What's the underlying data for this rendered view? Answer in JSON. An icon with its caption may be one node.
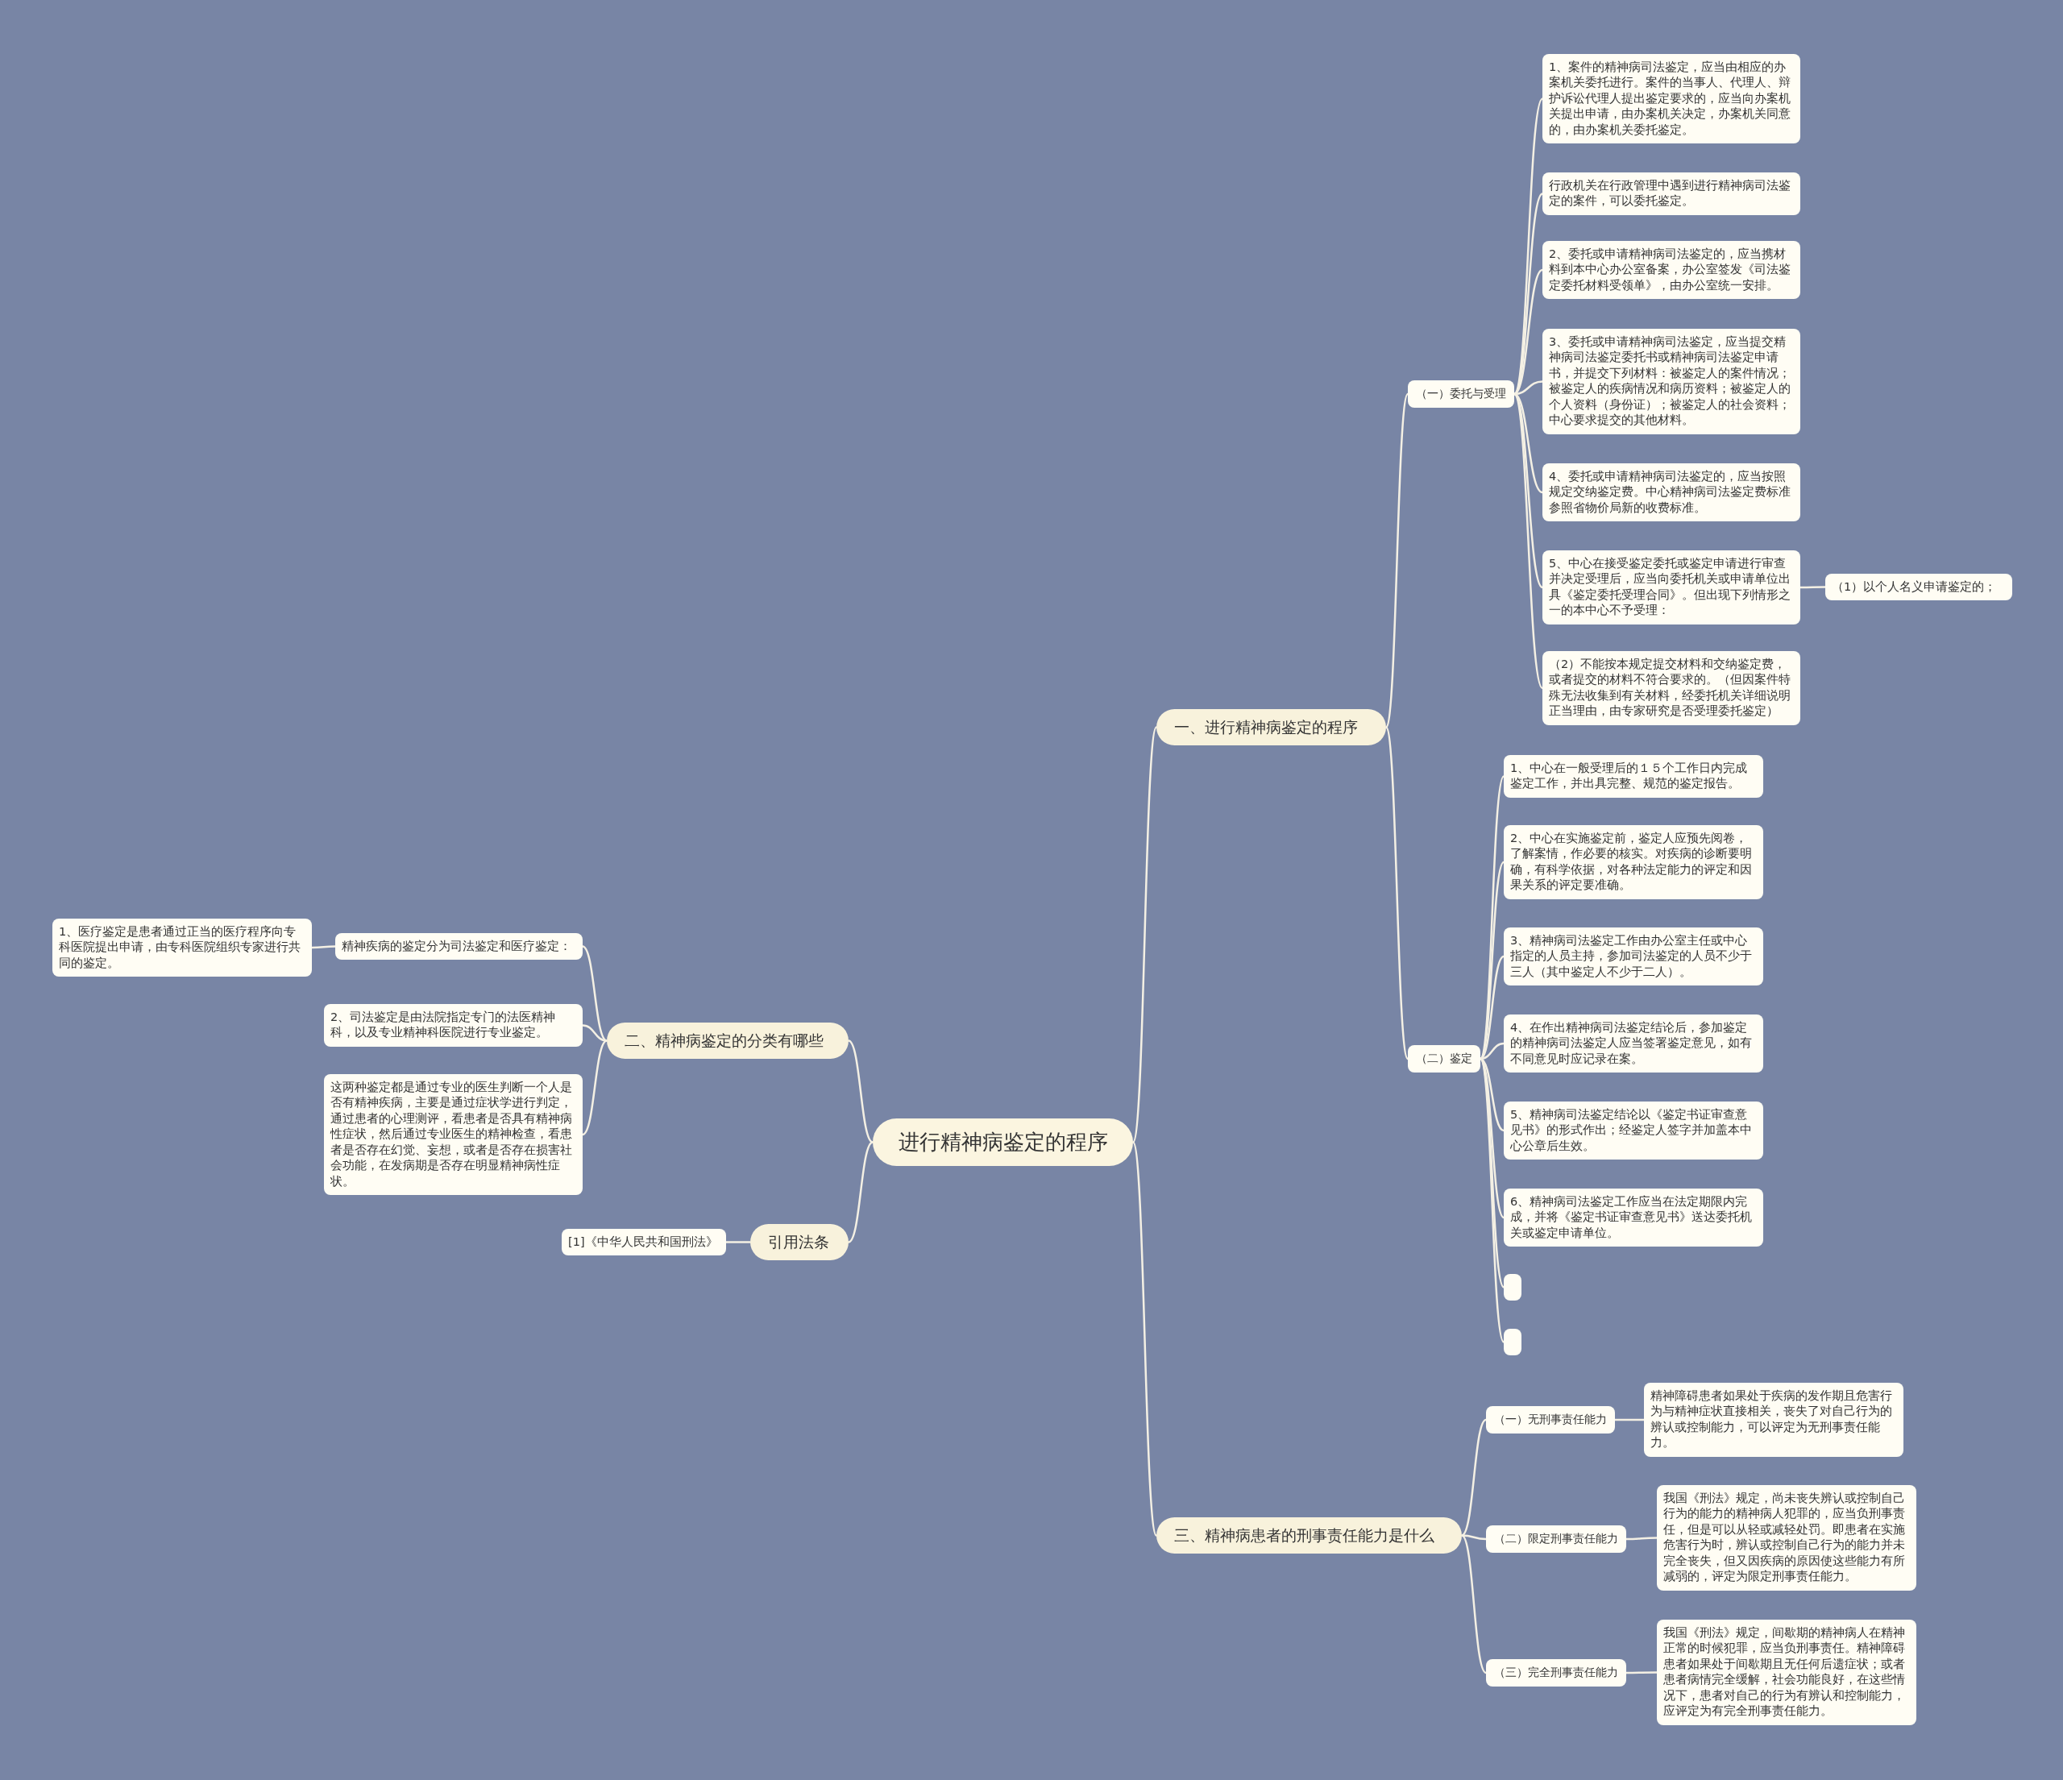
{
  "diagram": {
    "nodes": [
      {
        "text": [
          "进行精神病鉴定的程序"
        ]
      },
      {
        "text": [
          "一、进行精神病鉴定的程序"
        ]
      },
      {
        "text": [
          "（一）委托与受理"
        ]
      },
      {
        "text": [
          "1、案件的精神病司法鉴定，应当由相应的办案机关委托进行。案件的当事人、代理人、辩护诉讼代理人提出鉴定要求的，应当向办案机关提出申请，由办案机关决定，办案机关同意的，由办案机关委托鉴定。"
        ]
      },
      {
        "text": [
          "行政机关在行政管理中遇到进行精神病司法鉴定的案件，可以委托鉴定。"
        ]
      },
      {
        "text": [
          "2、委托或申请精神病司法鉴定的，应当携材料到本中心办公室备案，办公室签发《司法鉴定委托材料受领单》，由办公室统一安排。"
        ]
      },
      {
        "text": [
          "3、委托或申请精神病司法鉴定，应当提交精神病司法鉴定委托书或精神病司法鉴定申请书，并提交下列材料：被鉴定人的案件情况；被鉴定人的疾病情况和病历资料；被鉴定人的个人资料（身份证）；被鉴定人的社会资料；中心要求提交的其他材料。"
        ]
      },
      {
        "text": [
          "4、委托或申请精神病司法鉴定的，应当按照规定交纳鉴定费。中心精神病司法鉴定费标准参照省物价局新的收费标准。"
        ]
      },
      {
        "text": [
          "5、中心在接受鉴定委托或鉴定申请进行审查并决定受理后，应当向委托机关或申请单位出具《鉴定委托受理合同》。但出现下列情形之一的本中心不予受理："
        ]
      },
      {
        "text": [
          "（1）以个人名义申请鉴定的；"
        ]
      },
      {
        "text": [
          "（2）不能按本规定提交材料和交纳鉴定费，或者提交的材料不符合要求的。（但因案件特殊无法收集到有关材料，经委托机关详细说明正当理由，由专家研究是否受理委托鉴定）"
        ]
      },
      {
        "text": [
          "（二）鉴定"
        ]
      },
      {
        "text": [
          "1、中心在一般受理后的１５个工作日内完成鉴定工作，并出具完整、规范的鉴定报告。"
        ]
      },
      {
        "text": [
          "2、中心在实施鉴定前，鉴定人应预先阅卷，了解案情，作必要的核实。对疾病的诊断要明确，有科学依据，对各种法定能力的评定和因果关系的评定要准确。"
        ]
      },
      {
        "text": [
          "3、精神病司法鉴定工作由办公室主任或中心指定的人员主持，参加司法鉴定的人员不少于三人（其中鉴定人不少于二人）。"
        ]
      },
      {
        "text": [
          "4、在作出精神病司法鉴定结论后，参加鉴定的精神病司法鉴定人应当签署鉴定意见，如有不同意见时应记录在案。"
        ]
      },
      {
        "text": [
          "5、精神病司法鉴定结论以《鉴定书证审查意见书》的形式作出；经鉴定人签字并加盖本中心公章后生效。"
        ]
      },
      {
        "text": [
          "6、精神病司法鉴定工作应当在法定期限内完成，并将《鉴定书证审查意见书》送达委托机关或鉴定申请单位。"
        ]
      },
      {
        "text": [],
        "shape": "box"
      },
      {
        "text": [],
        "shape": "box"
      },
      {
        "text": [
          "二、精神病鉴定的分类有哪些"
        ]
      },
      {
        "text": [
          "精神疾病的鉴定分为司法鉴定和医疗鉴定："
        ]
      },
      {
        "text": [
          "1、医疗鉴定是患者通过正当的医疗程序向专科医院提出申请，由专科医院组织专家进行共同的鉴定。"
        ]
      },
      {
        "text": [
          "2、司法鉴定是由法院指定专门的法医精神科，以及专业精神科医院进行专业鉴定。"
        ]
      },
      {
        "text": [
          "这两种鉴定都是通过专业的医生判断一个人是否有精神疾病，主要是通过症状学进行判定，通过患者的心理测评，看患者是否具有精神病性症状，然后通过专业医生的精神检查，看患者是否存在幻觉、妄想，或者是否存在损害社会功能，在发病期是否存在明显精神病性症状。"
        ]
      },
      {
        "text": [
          "引用法条"
        ]
      },
      {
        "text": [
          "[1]《中华人民共和国刑法》"
        ]
      },
      {
        "text": [
          "三、精神病患者的刑事责任能力是什么"
        ]
      },
      {
        "text": [
          "（一）无刑事责任能力"
        ]
      },
      {
        "text": [
          "精神障碍患者如果处于疾病的发作期且危害行为与精神症状直接相关，丧失了对自己行为的辨认或控制能力，可以评定为无刑事责任能力。"
        ]
      },
      {
        "text": [
          "（二）限定刑事责任能力"
        ]
      },
      {
        "text": [
          "我国《刑法》规定，尚未丧失辨认或控制自己行为的能力的精神病人犯罪的，应当负刑事责任，但是可以从轻或减轻处罚。即患者在实施危害行为时，辨认或控制自己行为的能力并未完全丧失，但又因疾病的原因使这些能力有所减弱的，评定为限定刑事责任能力。"
        ]
      },
      {
        "text": [
          "（三）完全刑事责任能力"
        ]
      },
      {
        "text": [
          "我国《刑法》规定，间歇期的精神病人在精神正常的时候犯罪，应当负刑事责任。精神障碍患者如果处于间歇期且无任何后遗症状；或者患者病情完全缓解，社会功能良好，在这些情况下，患者对自己的行为有辨认和控制能力，应评定为有完全刑事责任能力。"
        ]
      }
    ],
    "edges": [
      {
        "from": 0,
        "to": 1,
        "arrow": "none"
      },
      {
        "from": 1,
        "to": 2,
        "arrow": "none"
      },
      {
        "from": 2,
        "to": 3,
        "arrow": "none"
      },
      {
        "from": 2,
        "to": 4,
        "arrow": "none"
      },
      {
        "from": 2,
        "to": 5,
        "arrow": "none"
      },
      {
        "from": 2,
        "to": 6,
        "arrow": "none"
      },
      {
        "from": 2,
        "to": 7,
        "arrow": "none"
      },
      {
        "from": 2,
        "to": 8,
        "arrow": "none"
      },
      {
        "from": 8,
        "to": 9,
        "arrow": "none"
      },
      {
        "from": 2,
        "to": 10,
        "arrow": "none"
      },
      {
        "from": 1,
        "to": 11,
        "arrow": "none"
      },
      {
        "from": 11,
        "to": 12,
        "arrow": "none"
      },
      {
        "from": 11,
        "to": 13,
        "arrow": "none"
      },
      {
        "from": 11,
        "to": 14,
        "arrow": "none"
      },
      {
        "from": 11,
        "to": 15,
        "arrow": "none"
      },
      {
        "from": 11,
        "to": 16,
        "arrow": "none"
      },
      {
        "from": 11,
        "to": 17,
        "arrow": "none"
      },
      {
        "from": 11,
        "to": 18,
        "arrow": "none"
      },
      {
        "from": 11,
        "to": 19,
        "arrow": "none"
      },
      {
        "from": 0,
        "to": 20,
        "arrow": "none"
      },
      {
        "from": 20,
        "to": 21,
        "arrow": "none"
      },
      {
        "from": 21,
        "to": 22,
        "arrow": "none"
      },
      {
        "from": 20,
        "to": 23,
        "arrow": "none"
      },
      {
        "from": 20,
        "to": 24,
        "arrow": "none"
      },
      {
        "from": 0,
        "to": 25,
        "arrow": "none"
      },
      {
        "from": 25,
        "to": 26,
        "arrow": "none"
      },
      {
        "from": 0,
        "to": 27,
        "arrow": "none"
      },
      {
        "from": 27,
        "to": 28,
        "arrow": "none"
      },
      {
        "from": 28,
        "to": 29,
        "arrow": "none"
      },
      {
        "from": 27,
        "to": 30,
        "arrow": "none"
      },
      {
        "from": 30,
        "to": 31,
        "arrow": "none"
      },
      {
        "from": 27,
        "to": 32,
        "arrow": "none"
      },
      {
        "from": 32,
        "to": 33,
        "arrow": "none"
      }
    ]
  }
}
